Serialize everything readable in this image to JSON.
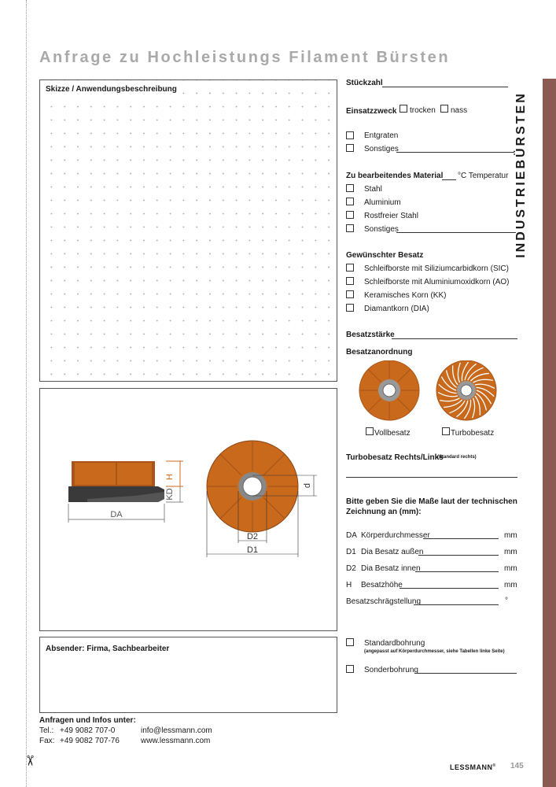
{
  "page_title": "Anfrage zu Hochleistungs Filament Bürsten",
  "side_label": "INDUSTRIEBÜRSTEN",
  "sketch_title": "Skizze / Anwendungsbeschreibung",
  "form": {
    "stueckzahl": "Stückzahl",
    "einsatzzweck": "Einsatzzweck",
    "trocken": "trocken",
    "nass": "nass",
    "entgraten": "Entgraten",
    "sonstiges": "Sonstiges",
    "material_title": "Zu bearbeitendes Material",
    "temperatur": "°C Temperatur",
    "stahl": "Stahl",
    "aluminium": "Aluminium",
    "rostfrei": "Rostfreier Stahl",
    "besatz_title": "Gewünschter Besatz",
    "sic": "Schleifborste mit Siliziumcarbidkorn (SIC)",
    "ao": "Schleifborste mit Aluminiumoxidkorn (AO)",
    "kk": "Keramisches Korn (KK)",
    "dia": "Diamantkorn (DIA)",
    "besatzstaerke": "Besatzstärke",
    "besatzanordnung": "Besatzanordnung",
    "vollbesatz": "Vollbesatz",
    "turbobesatz": "Turbobesatz",
    "turbo_richtung": "Turbobesatz Rechts/Links",
    "standard_rechts": "(Standard rechts)",
    "masse_title_1": "Bitte geben Sie die Maße laut der technischen",
    "masse_title_2": "Zeichnung an (mm):",
    "da": "DA",
    "da_label": "Körperdurchmesser",
    "d1": "D1",
    "d1_label": "Dia Besatz außen",
    "d2": "D2",
    "d2_label": "Dia Besatz innen",
    "h": "H",
    "h_label": "Besatzhöhe",
    "schraeg": "Besatzschrägstellung",
    "mm": "mm",
    "deg": "°",
    "standardbohrung": "Standardbohrung",
    "standardbohrung_note": "(angepasst auf Körperdurchmesser, siehe Tabellen linke Seite)",
    "sonderbohrung": "Sonderbohrung"
  },
  "drawing": {
    "h": "H",
    "kd": "KD",
    "da": "DA",
    "d": "d",
    "d2": "D2",
    "d1": "D1"
  },
  "sender_title": "Absender: Firma, Sachbearbeiter",
  "contact": {
    "title": "Anfragen und Infos unter:",
    "tel_label": "Tel.:",
    "tel": "+49 9082 707-0",
    "fax_label": "Fax:",
    "fax": "+49 9082 707-76",
    "email": "info@lessmann.com",
    "web": "www.lessmann.com"
  },
  "logo": "LESSMANN",
  "page_number": "145",
  "colors": {
    "accent": "#8b5a50",
    "brush": "#c8691c",
    "body": "#3a3a3a"
  }
}
